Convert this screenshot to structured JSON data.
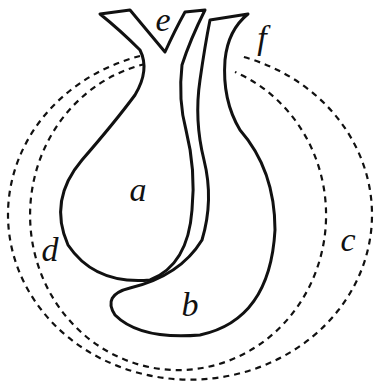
{
  "diagram": {
    "labels": [
      "e",
      "f",
      "a",
      "d",
      "b",
      "c"
    ]
  }
}
